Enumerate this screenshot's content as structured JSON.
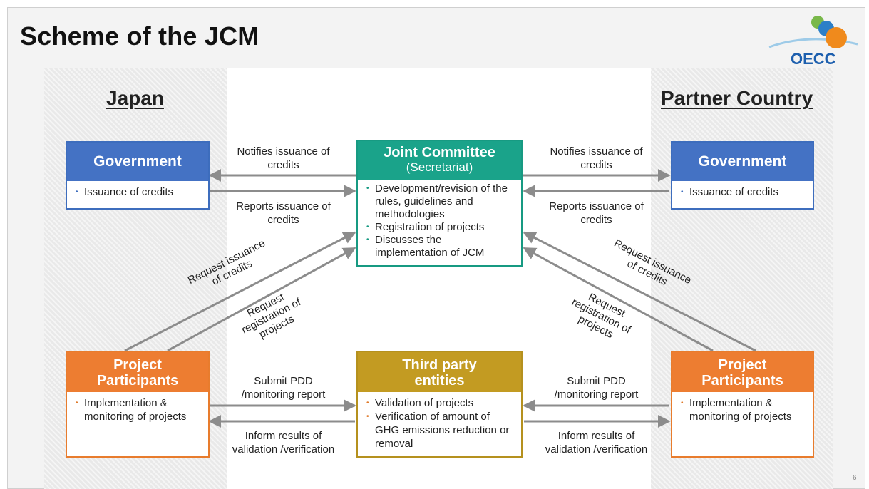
{
  "slide": {
    "title": "Scheme of the JCM",
    "page_number": "6",
    "logo_text": "OECC"
  },
  "sides": {
    "left": "Japan",
    "right": "Partner Country"
  },
  "boxes": {
    "gov_left": {
      "title": "Government",
      "items": [
        "Issuance of credits"
      ]
    },
    "gov_right": {
      "title": "Government",
      "items": [
        "Issuance of credits"
      ]
    },
    "joint_committee": {
      "title": "Joint Committee",
      "subtitle": "(Secretariat)",
      "items": [
        "Development/revision of the rules, guidelines and methodologies",
        "Registration of projects",
        "Discusses the implementation of JCM"
      ]
    },
    "pp_left": {
      "title_line1": "Project",
      "title_line2": "Participants",
      "items": [
        "Implementation & monitoring of projects"
      ]
    },
    "pp_right": {
      "title_line1": "Project",
      "title_line2": "Participants",
      "items": [
        "Implementation & monitoring of projects"
      ]
    },
    "third_party": {
      "title_line1": "Third party",
      "title_line2": "entities",
      "items": [
        "Validation of projects",
        "Verification of amount of GHG emissions reduction or removal"
      ]
    }
  },
  "flows": {
    "notify_left": [
      "Notifies issuance of",
      "credits"
    ],
    "notify_right": [
      "Notifies issuance of",
      "credits"
    ],
    "report_left": [
      "Reports issuance of",
      "credits"
    ],
    "report_right": [
      "Reports issuance of",
      "credits"
    ],
    "req_issue_left": [
      "Request issuance",
      "of credits"
    ],
    "req_issue_right": [
      "Request issuance",
      "of credits"
    ],
    "req_reg_left": [
      "Request",
      "registration of",
      "projects"
    ],
    "req_reg_right": [
      "Request",
      "registration of",
      "projects"
    ],
    "submit_left": [
      "Submit PDD",
      "/monitoring report"
    ],
    "submit_right": [
      "Submit PDD",
      "/monitoring report"
    ],
    "inform_left": [
      "Inform results of",
      "validation /verification"
    ],
    "inform_right": [
      "Inform results of",
      "validation /verification"
    ]
  },
  "colors": {
    "government": "#4472c4",
    "joint_committee": "#1aa38a",
    "project_participants": "#ed7d31",
    "third_party": "#c39b22",
    "arrow": "#8c8c8c"
  }
}
